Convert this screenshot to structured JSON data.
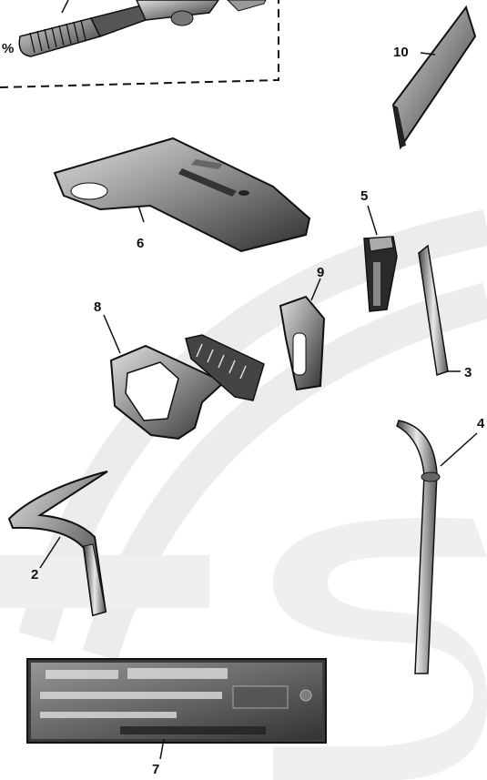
{
  "diagram": {
    "parts": [
      {
        "id": "part-1",
        "label": ""
      },
      {
        "id": "part-2",
        "label": "2"
      },
      {
        "id": "part-3",
        "label": "3"
      },
      {
        "id": "part-4",
        "label": "4"
      },
      {
        "id": "part-5",
        "label": "5"
      },
      {
        "id": "part-6",
        "label": "6"
      },
      {
        "id": "part-7",
        "label": "7"
      },
      {
        "id": "part-8",
        "label": "8"
      },
      {
        "id": "part-9",
        "label": "9"
      },
      {
        "id": "part-10",
        "label": "10"
      }
    ],
    "colors": {
      "ink": "#111111",
      "metal_dark": "#3a3a3a",
      "metal_mid": "#7a7a7a",
      "metal_light": "#cfcfcf",
      "watermark": "#ececec"
    }
  }
}
